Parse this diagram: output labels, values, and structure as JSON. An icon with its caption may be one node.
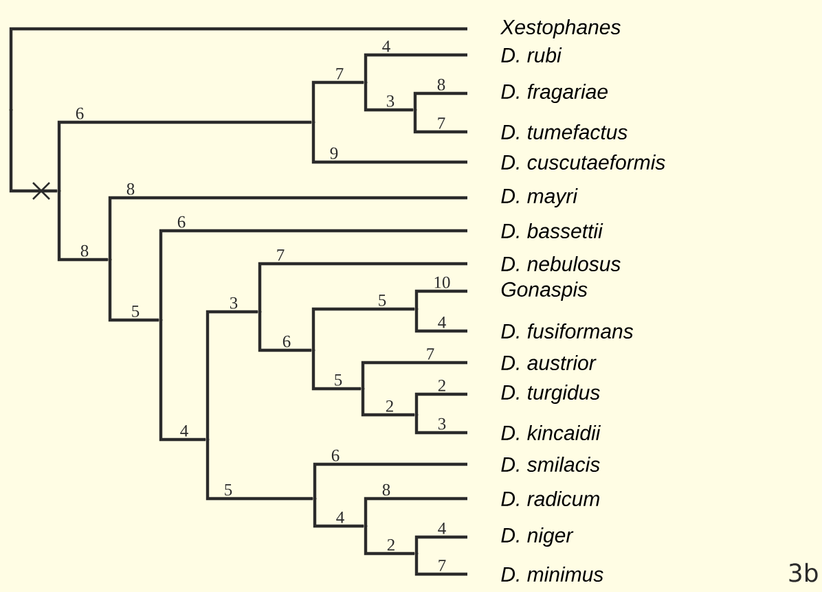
{
  "diagram": {
    "nodes": [
      {
        "text": [
          "Xestophanes"
        ]
      },
      {
        "text": [
          "D. rubi"
        ]
      },
      {
        "text": [
          "D. fragariae"
        ]
      },
      {
        "text": [
          "D. tumefactus"
        ]
      },
      {
        "text": [
          "D. cuscutaeformis"
        ]
      },
      {
        "text": [
          "D. mayri"
        ]
      },
      {
        "text": [
          "D. bassettii"
        ]
      },
      {
        "text": [
          "D. nebulosus"
        ]
      },
      {
        "text": [
          "Gonaspis"
        ]
      },
      {
        "text": [
          "D. fusiformans"
        ]
      },
      {
        "text": [
          "D. austrior"
        ]
      },
      {
        "text": [
          "D. turgidus"
        ]
      },
      {
        "text": [
          "D. kincaidii"
        ]
      },
      {
        "text": [
          "D. smilacis"
        ]
      },
      {
        "text": [
          "D. radicum"
        ]
      },
      {
        "text": [
          "D. niger"
        ]
      },
      {
        "text": [
          "D. minimus"
        ]
      },
      {
        "text": [],
        "shape": "point"
      },
      {
        "text": [],
        "shape": "point"
      },
      {
        "text": [],
        "shape": "point"
      },
      {
        "text": [],
        "shape": "point"
      },
      {
        "text": [],
        "shape": "point"
      },
      {
        "text": [],
        "shape": "point"
      },
      {
        "text": [],
        "shape": "point"
      },
      {
        "text": [],
        "shape": "point"
      },
      {
        "text": [],
        "shape": "point"
      },
      {
        "text": [],
        "shape": "point"
      },
      {
        "text": [],
        "shape": "point"
      },
      {
        "text": [],
        "shape": "point"
      },
      {
        "text": [],
        "shape": "point"
      },
      {
        "text": [],
        "shape": "point"
      },
      {
        "text": [],
        "shape": "point"
      },
      {
        "text": [],
        "shape": "point"
      }
    ],
    "edges": [
      {
        "from": 17,
        "to": 0,
        "arrow": "none"
      },
      {
        "from": 17,
        "to": 18,
        "arrow": "none"
      },
      {
        "from": 18,
        "to": 19,
        "arrow": "none",
        "label": "6"
      },
      {
        "from": 18,
        "to": 22,
        "arrow": "none",
        "label": "8"
      },
      {
        "from": 19,
        "to": 20,
        "arrow": "none",
        "label": "7"
      },
      {
        "from": 19,
        "to": 4,
        "arrow": "none",
        "label": "9"
      },
      {
        "from": 20,
        "to": 1,
        "arrow": "none",
        "label": "4"
      },
      {
        "from": 20,
        "to": 21,
        "arrow": "none",
        "label": "3"
      },
      {
        "from": 21,
        "to": 2,
        "arrow": "none",
        "label": "8"
      },
      {
        "from": 21,
        "to": 3,
        "arrow": "none",
        "label": "7"
      },
      {
        "from": 22,
        "to": 5,
        "arrow": "none",
        "label": "8"
      },
      {
        "from": 22,
        "to": 23,
        "arrow": "none",
        "label": "5"
      },
      {
        "from": 23,
        "to": 6,
        "arrow": "none",
        "label": "6"
      },
      {
        "from": 23,
        "to": 24,
        "arrow": "none",
        "label": "4"
      },
      {
        "from": 24,
        "to": 25,
        "arrow": "none",
        "label": "3"
      },
      {
        "from": 24,
        "to": 30,
        "arrow": "none",
        "label": "5"
      },
      {
        "from": 25,
        "to": 7,
        "arrow": "none",
        "label": "7"
      },
      {
        "from": 25,
        "to": 26,
        "arrow": "none",
        "label": "6"
      },
      {
        "from": 26,
        "to": 27,
        "arrow": "none",
        "label": "5"
      },
      {
        "from": 26,
        "to": 28,
        "arrow": "none",
        "label": "5"
      },
      {
        "from": 27,
        "to": 8,
        "arrow": "none",
        "label": "10"
      },
      {
        "from": 27,
        "to": 9,
        "arrow": "none",
        "label": "4"
      },
      {
        "from": 28,
        "to": 10,
        "arrow": "none",
        "label": "7"
      },
      {
        "from": 28,
        "to": 29,
        "arrow": "none",
        "label": "2"
      },
      {
        "from": 29,
        "to": 11,
        "arrow": "none",
        "label": "2"
      },
      {
        "from": 29,
        "to": 12,
        "arrow": "none",
        "label": "3"
      },
      {
        "from": 30,
        "to": 13,
        "arrow": "none",
        "label": "6"
      },
      {
        "from": 30,
        "to": 31,
        "arrow": "none",
        "label": "4"
      },
      {
        "from": 31,
        "to": 14,
        "arrow": "none",
        "label": "8"
      },
      {
        "from": 31,
        "to": 32,
        "arrow": "none",
        "label": "2"
      },
      {
        "from": 32,
        "to": 15,
        "arrow": "none",
        "label": "4"
      },
      {
        "from": 32,
        "to": 16,
        "arrow": "none",
        "label": "7"
      }
    ],
    "labels": [
      "3b"
    ]
  }
}
